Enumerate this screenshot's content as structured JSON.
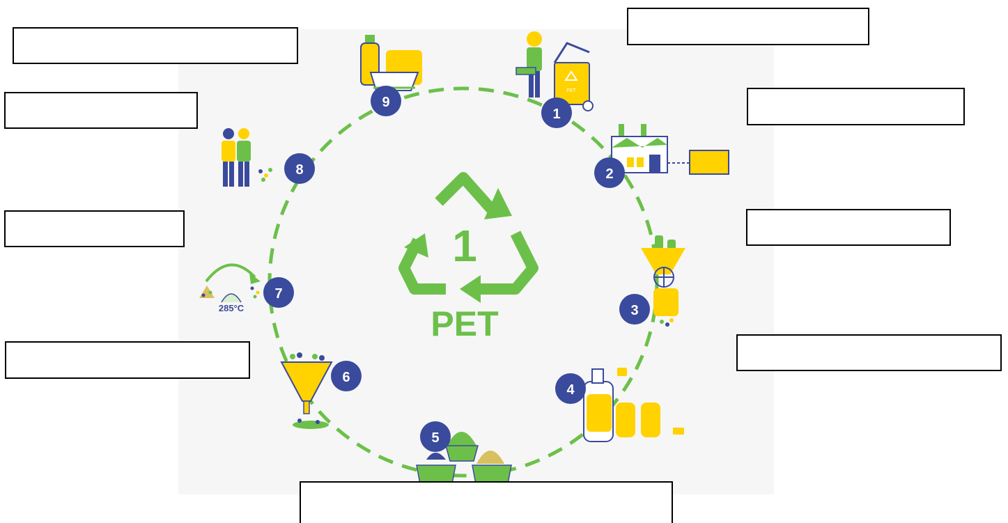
{
  "diagram": {
    "center_symbol": {
      "number": "1",
      "label": "PET"
    },
    "temperature_label": "285°C",
    "recycle_mini_label": "PET",
    "steps": [
      {
        "number": "1"
      },
      {
        "number": "2"
      },
      {
        "number": "3"
      },
      {
        "number": "4"
      },
      {
        "number": "5"
      },
      {
        "number": "6"
      },
      {
        "number": "7"
      },
      {
        "number": "8"
      },
      {
        "number": "9"
      }
    ],
    "answer_boxes": [
      {
        "value": ""
      },
      {
        "value": ""
      },
      {
        "value": ""
      },
      {
        "value": ""
      },
      {
        "value": ""
      },
      {
        "value": ""
      },
      {
        "value": ""
      },
      {
        "value": ""
      },
      {
        "value": ""
      },
      {
        "value": ""
      }
    ]
  },
  "colors": {
    "green": "#6cc04a",
    "blue": "#3a4a9c",
    "yellow": "#ffd200",
    "panel": "#f6f6f6"
  },
  "icons": [
    "person-with-bin-icon",
    "factory-conveyor-icon",
    "shredder-hopper-icon",
    "bottles-icon",
    "flake-bins-icon",
    "funnel-icon",
    "heating-arrow-icon",
    "people-icon",
    "products-icon"
  ]
}
